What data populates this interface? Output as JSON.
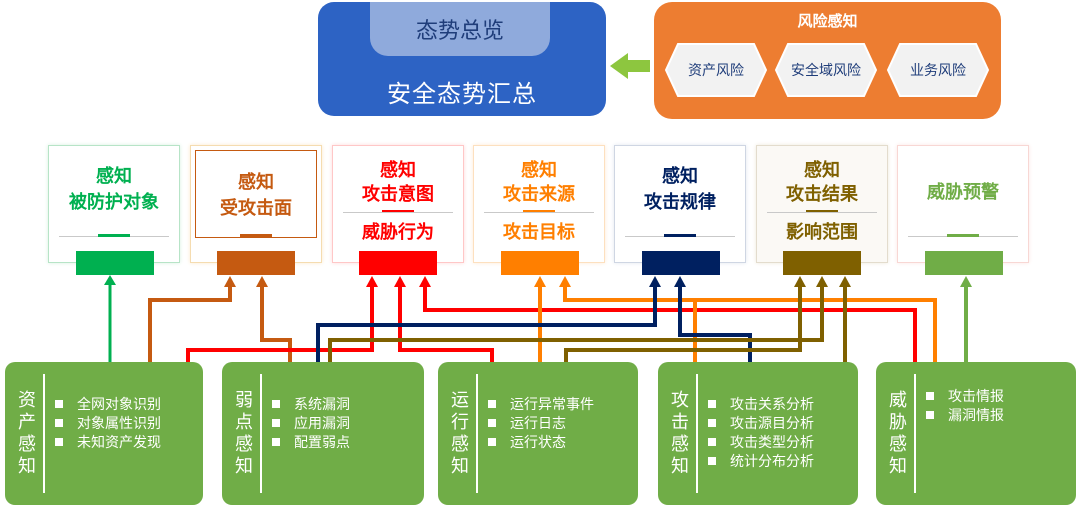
{
  "summary": {
    "tab": "态势总览",
    "label": "安全态势汇总"
  },
  "risk": {
    "title": "风险感知",
    "items": [
      "资产风险",
      "安全域风险",
      "业务风险"
    ]
  },
  "perception": [
    {
      "line1": "感知",
      "line2": "被防护对象",
      "color": "#00b050"
    },
    {
      "line1": "感知",
      "line2": "受攻击面",
      "color": "#c55a11"
    },
    {
      "line1": "感知",
      "line2": "攻击意图",
      "line3": "威胁行为",
      "color": "#ff0000"
    },
    {
      "line1": "感知",
      "line2": "攻击来源",
      "line3": "攻击目标",
      "color": "#ff7f00"
    },
    {
      "line1": "感知",
      "line2": "攻击规律",
      "color": "#002060"
    },
    {
      "line1": "感知",
      "line2": "攻击结果",
      "line3": "影响范围",
      "color": "#7f6000"
    },
    {
      "line1": "威胁预警",
      "color": "#70ad47"
    }
  ],
  "modules": [
    {
      "title": [
        "资",
        "产",
        "感",
        "知"
      ],
      "items": [
        "全网对象识别",
        "对象属性识别",
        "未知资产发现"
      ]
    },
    {
      "title": [
        "弱",
        "点",
        "感",
        "知"
      ],
      "items": [
        "系统漏洞",
        "应用漏洞",
        "配置弱点"
      ]
    },
    {
      "title": [
        "运",
        "行",
        "感",
        "知"
      ],
      "items": [
        "运行异常事件",
        "运行日志",
        "运行状态"
      ]
    },
    {
      "title": [
        "攻",
        "击",
        "感",
        "知"
      ],
      "items": [
        "攻击关系分析",
        "攻击源目分析",
        "攻击类型分析",
        "统计分布分析"
      ]
    },
    {
      "title": [
        "威",
        "胁",
        "感",
        "知"
      ],
      "items": [
        "攻击情报",
        "漏洞情报"
      ]
    }
  ],
  "colors": {
    "summary": "#2d63c4",
    "summary_tab": "#8faadc",
    "risk": "#ed7d31",
    "module": "#70ad47",
    "arrow_to_summary": "#8dc63f"
  }
}
